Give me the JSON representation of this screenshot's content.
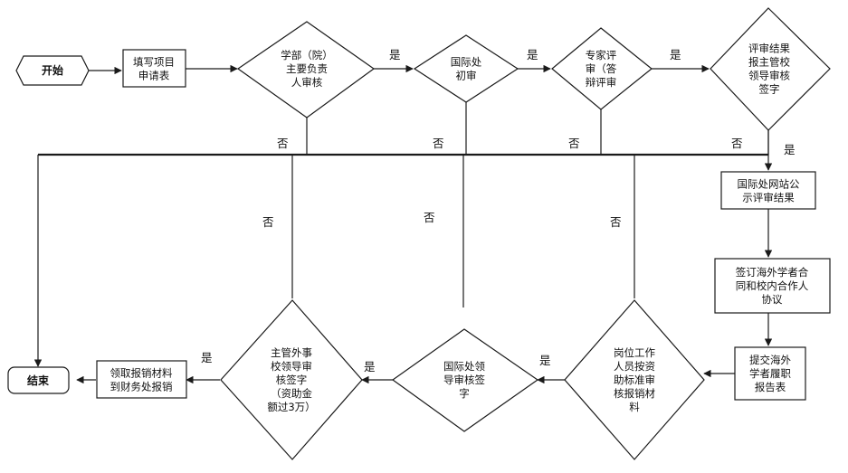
{
  "nodes": {
    "start": {
      "lines": [
        "开始"
      ]
    },
    "fill_form": {
      "lines": [
        "填写项目",
        "申请表"
      ]
    },
    "dept_review": {
      "lines": [
        "学部（院）",
        "主要负责",
        "人审核"
      ]
    },
    "intl_initial": {
      "lines": [
        "国际处",
        "初审"
      ]
    },
    "expert_review": {
      "lines": [
        "专家评",
        "审（答",
        "辩评审"
      ]
    },
    "result_sign": {
      "lines": [
        "评审结果",
        "报主管校",
        "领导审核",
        "签字"
      ]
    },
    "publish": {
      "lines": [
        "国际处网站公",
        "示评审结果"
      ]
    },
    "contract": {
      "lines": [
        "签订海外学者合",
        "同和校内合作人",
        "协议"
      ]
    },
    "report": {
      "lines": [
        "提交海外",
        "学者履职",
        "报告表"
      ]
    },
    "staff_audit": {
      "lines": [
        "岗位工作",
        "人员按资",
        "助标准审",
        "核报销材",
        "料"
      ]
    },
    "intl_leader": {
      "lines": [
        "国际处领",
        "导审核签",
        "字"
      ]
    },
    "school_leader": {
      "lines": [
        "主管外事",
        "校领导审",
        "核签字",
        "（资助金",
        "额过3万）"
      ]
    },
    "reimburse": {
      "lines": [
        "领取报销材料",
        "到财务处报销"
      ]
    },
    "end": {
      "lines": [
        "结束"
      ]
    }
  },
  "labels": {
    "yes": "是",
    "no": "否"
  },
  "colors": {
    "line": "#1a1a1a",
    "fill": "#ffffff",
    "text": "#111111"
  }
}
